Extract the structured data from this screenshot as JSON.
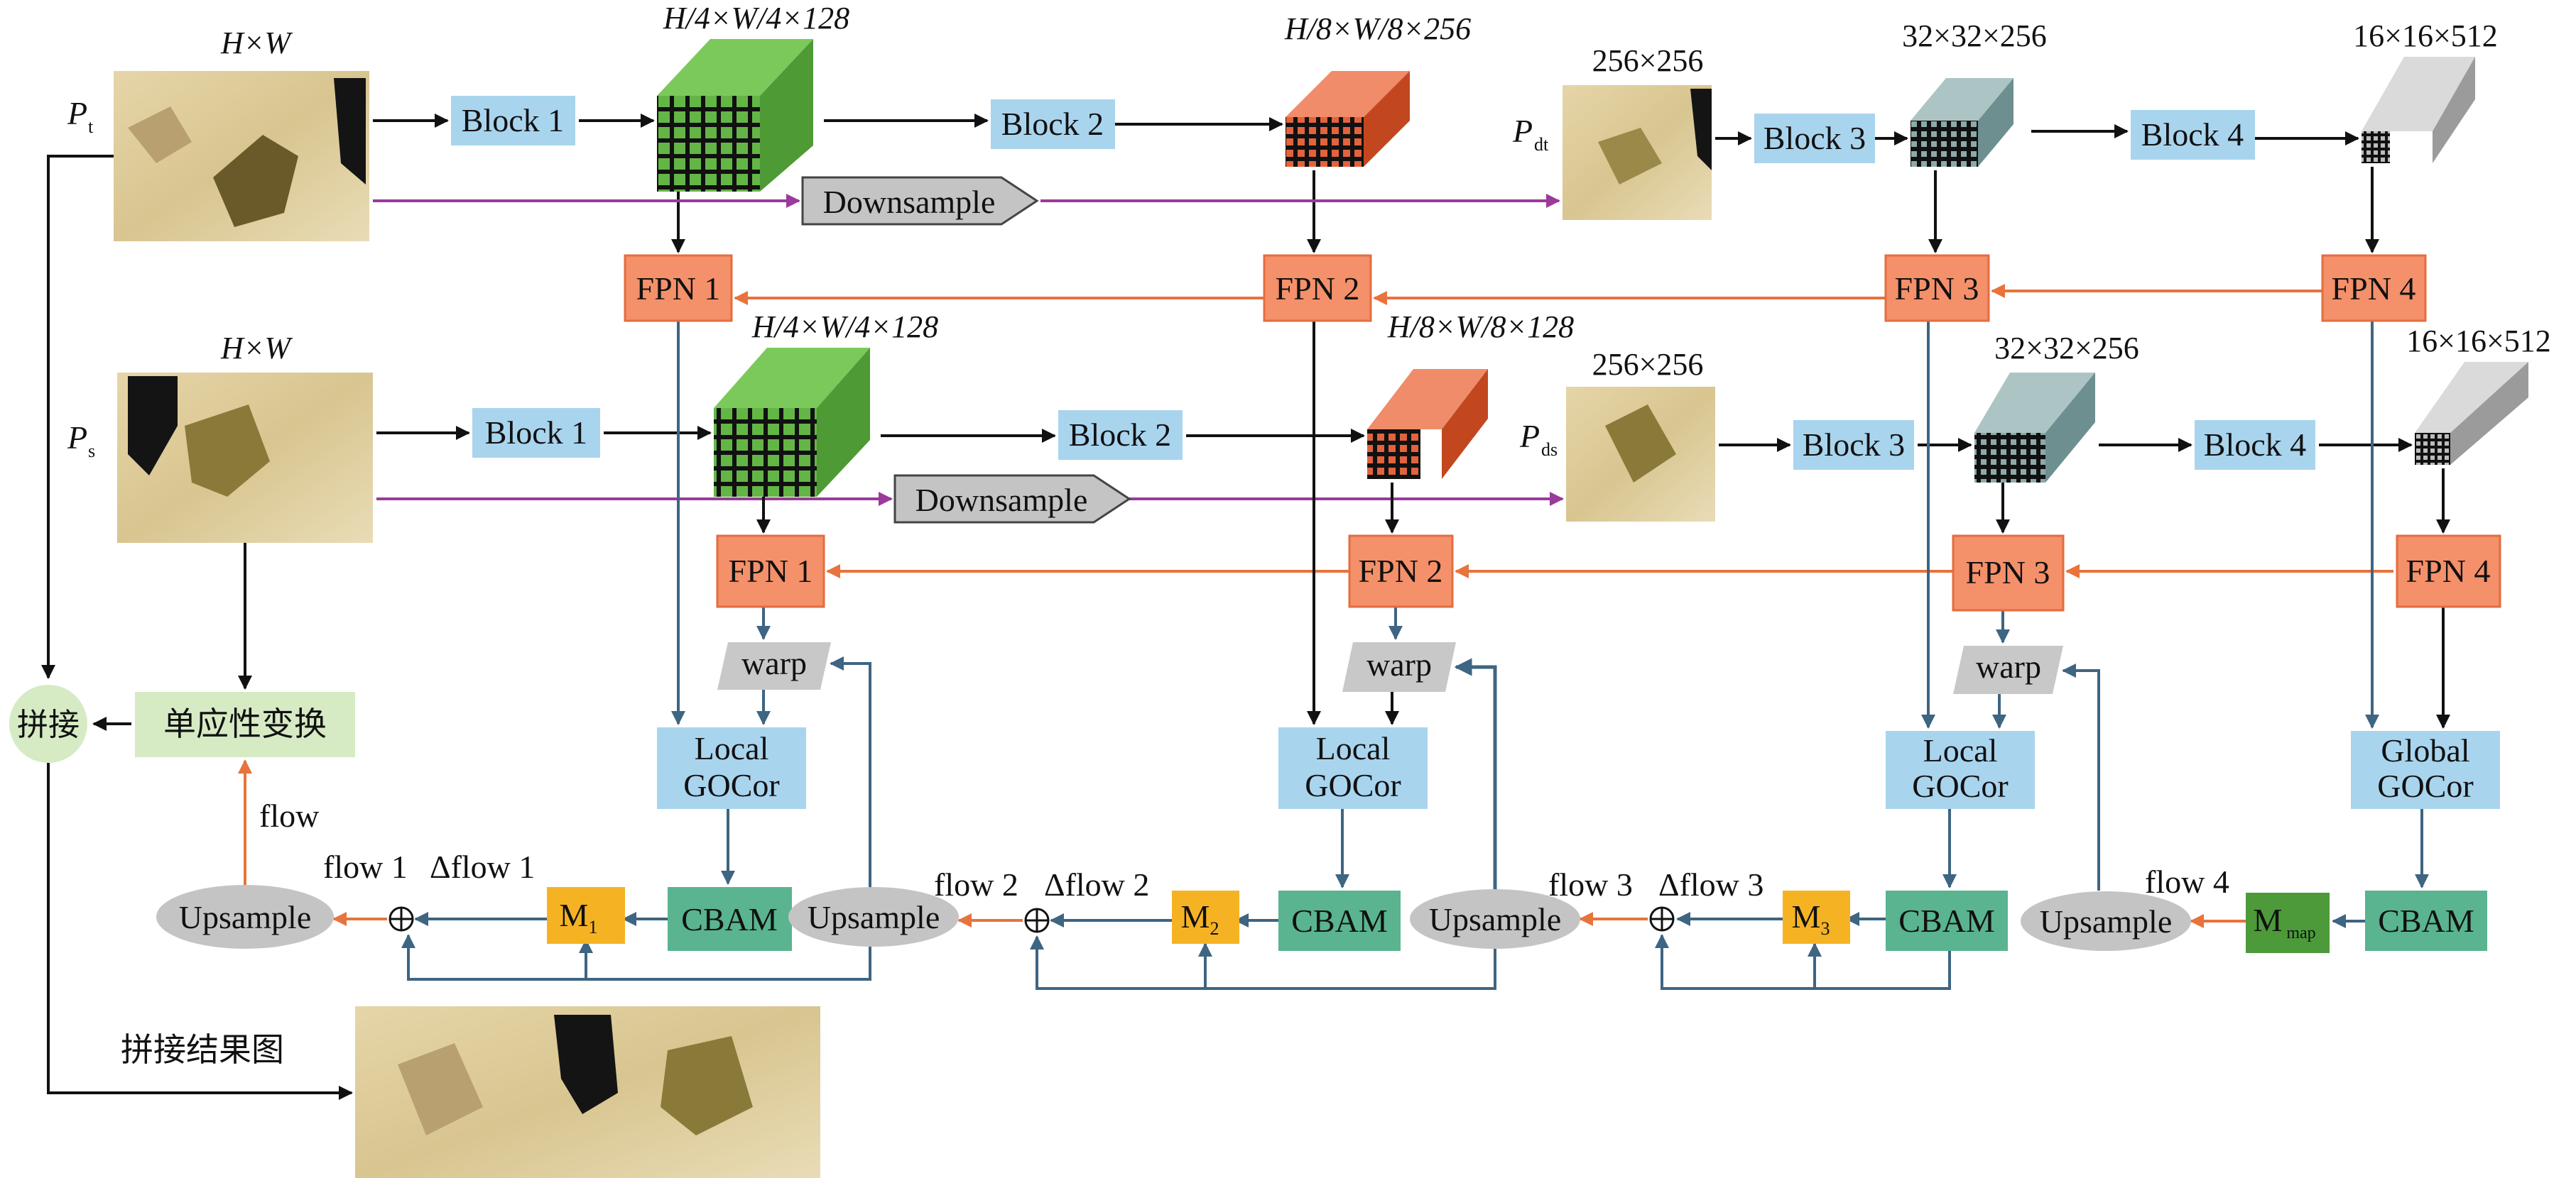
{
  "labels": {
    "hw": "H×W",
    "pt": "P",
    "pt_sub": "t",
    "ps": "P",
    "ps_sub": "s",
    "pdt": "P",
    "pdt_sub": "dt",
    "pds": "P",
    "pds_sub": "ds",
    "block1": "Block 1",
    "block2": "Block 2",
    "block3": "Block 3",
    "block4": "Block 4",
    "downsample": "Downsample",
    "fpn1": "FPN 1",
    "fpn2": "FPN 2",
    "fpn3": "FPN 3",
    "fpn4": "FPN 4",
    "warp": "warp",
    "local1": "Local",
    "local2": "GOCor",
    "global1": "Global",
    "global2": "GOCor",
    "cbam": "CBAM",
    "upsample": "Upsample",
    "m": "M",
    "m1_sub": "1",
    "m2_sub": "2",
    "m3_sub": "3",
    "mmap_sub": "map",
    "flow": "flow",
    "flow1": "flow 1",
    "dflow1": "Δflow 1",
    "flow2": "flow 2",
    "dflow2": "Δflow 2",
    "flow3": "flow 3",
    "dflow3": "Δflow 3",
    "flow4": "flow 4",
    "pinjie": "拼接",
    "homography": "单应性变换",
    "result": "拼接结果图",
    "plus": "⊕"
  },
  "dims": {
    "d4a": "H/4×W/4×128",
    "d8a": "H/8×W/8×256",
    "d4b": "H/4×W/4×128",
    "d8b": "H/8×W/8×128",
    "d256": "256×256",
    "d32": "32×32×256",
    "d16": "16×16×512"
  },
  "colors": {
    "block": "#a9d4ee",
    "fpn": "#f4906a",
    "fpn_border": "#e36d3e",
    "cbam": "#59b48f",
    "local": "#a9d4ee",
    "m_box": "#f5b324",
    "mmap_box": "#4c9a3a",
    "ellipse": "#c4c4c4",
    "warp": "#c8c8c8",
    "homography": "#d6ebc4",
    "pinjie": "#d6ebc4",
    "orange_arrow": "#e8733c",
    "blue_arrow": "#3e6582",
    "purple_arrow": "#9b3a9b",
    "green_cube": "#63b645",
    "red_cube": "#e2633d",
    "teal_cube": "#8ea9a9",
    "gray_cube": "#bcbcbc"
  }
}
